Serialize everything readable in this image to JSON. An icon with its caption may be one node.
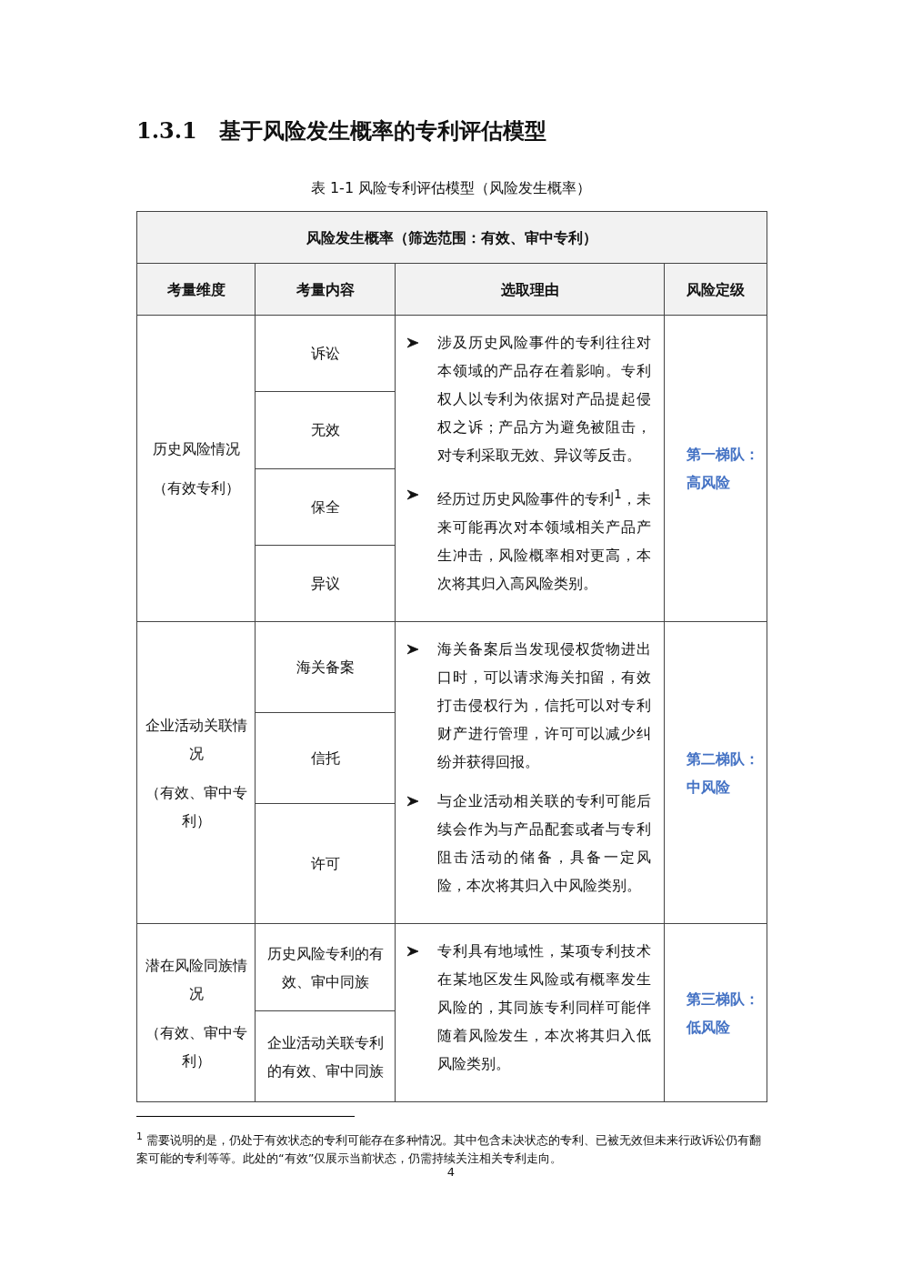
{
  "diagram": {
    "title": "1.3.1　基于风险发生概率的专利评估模型",
    "labels": [
      "表 1-1 风险专利评估模型（风险发生概率）",
      "风险发生概率（筛选范围：有效、审中专利）",
      "考量维度",
      "考量内容",
      "选取理由",
      "风险定级",
      "历史风险情况",
      "（有效专利）",
      "诉讼",
      "涉及历史风险事件的专利往往对本领域的产品存在着影响。专利权人以专利为依据对产品提起侵权之诉；产品方为避免被阻击，对专利采取无效、异议等反击。",
      "经历过历史风险事件的专利$^{1}$，未来可能再次对本领域相关产品产生冲击，风险概率相对更高，本次将其归入高风险类别。",
      "第一梯队：高风险",
      "无效",
      "保全",
      "异议",
      "企业活动关联情况",
      "（有效、审中专利）",
      "海关备案",
      "海关备案后当发现侵权货物进出口时，可以请求海关扣留，有效打击侵权行为，信托可以对专利财产进行管理，许可可以减少纠纷并获得回报。",
      "与企业活动相关联的专利可能后续会作为与产品配套或者与专利阻击活动的储备，具备一定风险，本次将其归入中风险类别。",
      "第二梯队：中风险",
      "信托",
      "许可",
      "潜在风险同族情况",
      "（有效、审中专利）",
      "历史风险专利的有效、审中同族",
      "专利具有地域性，某项专利技术在某地区发生风险或有概率发生风险的，其同族专利同样可能伴随着风险发生，本次将其归入低风险类别。",
      "第三梯队：低风险",
      "企业活动关联专利的有效、审中同族",
      "$^{1}$ 需要说明的是，仍处于有效状态的专利可能存在多种情况。其中包含未决状态的专利、已被无效但未来行政诉讼仍有翻案可能的专利等等。此处的“有效”仅展示当前状态，仍需持续关注相关专利走向。",
      "4"
    ]
  }
}
